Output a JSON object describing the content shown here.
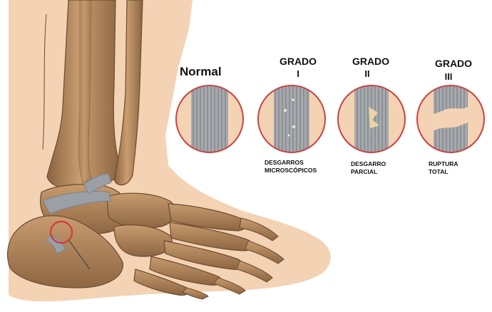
{
  "labels": {
    "normal": "Normal",
    "grade1_title": "GRADO",
    "grade1_num": "I",
    "grade2_title": "GRADO",
    "grade2_num": "II",
    "grade3_title": "GRADO",
    "grade3_num": "III",
    "grade1_caption_line1": "DESGARROS",
    "grade1_caption_line2": "MICROSCÓPICOS",
    "grade2_caption_line1": "DESGARRO",
    "grade2_caption_line2": "PARCIAL",
    "grade3_caption_line1": "RUPTURA",
    "grade3_caption_line2": "TOTAL"
  },
  "colors": {
    "skin": "#f4d2b4",
    "bone": "#b48a60",
    "ligament": "#9aa0a6",
    "highlight_circle": "#d23a3a",
    "background": "#ffffff"
  }
}
